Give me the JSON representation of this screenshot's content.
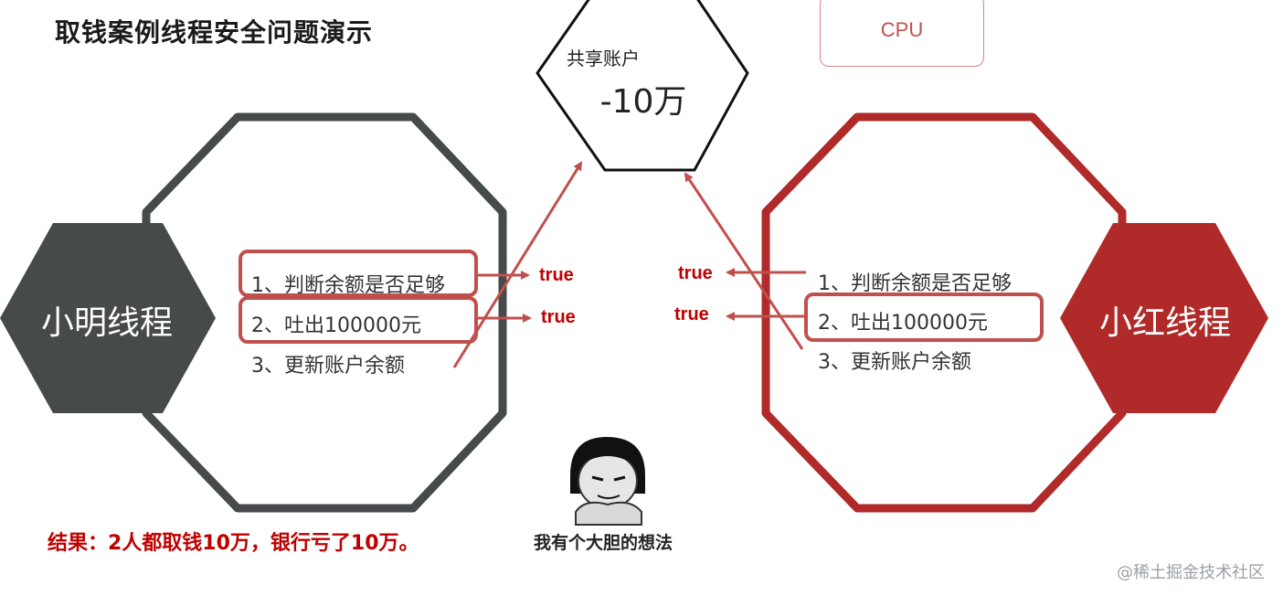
{
  "title": "取钱案例线程安全问题演示",
  "cpu_label": "CPU",
  "shared_account": {
    "label": "共享账户",
    "value": "-10万"
  },
  "left_thread": {
    "name": "小明线程",
    "steps": [
      "1、判断余额是否足够",
      "2、吐出100000元",
      "3、更新账户余额"
    ],
    "results": [
      "true",
      "true"
    ]
  },
  "right_thread": {
    "name": "小红线程",
    "steps": [
      "1、判断余额是否足够",
      "2、吐出100000元",
      "3、更新账户余额"
    ],
    "results": [
      "true",
      "true"
    ]
  },
  "result_text": "结果：2人都取钱10万，银行亏了10万。",
  "meme_caption": "我有个大胆的想法",
  "watermark": "@稀土掘金技术社区",
  "colors": {
    "dark_gray": "#474a4b",
    "dark_red": "#b02a2a",
    "accent_red": "#c00000",
    "arrow_red": "#c0504d"
  }
}
